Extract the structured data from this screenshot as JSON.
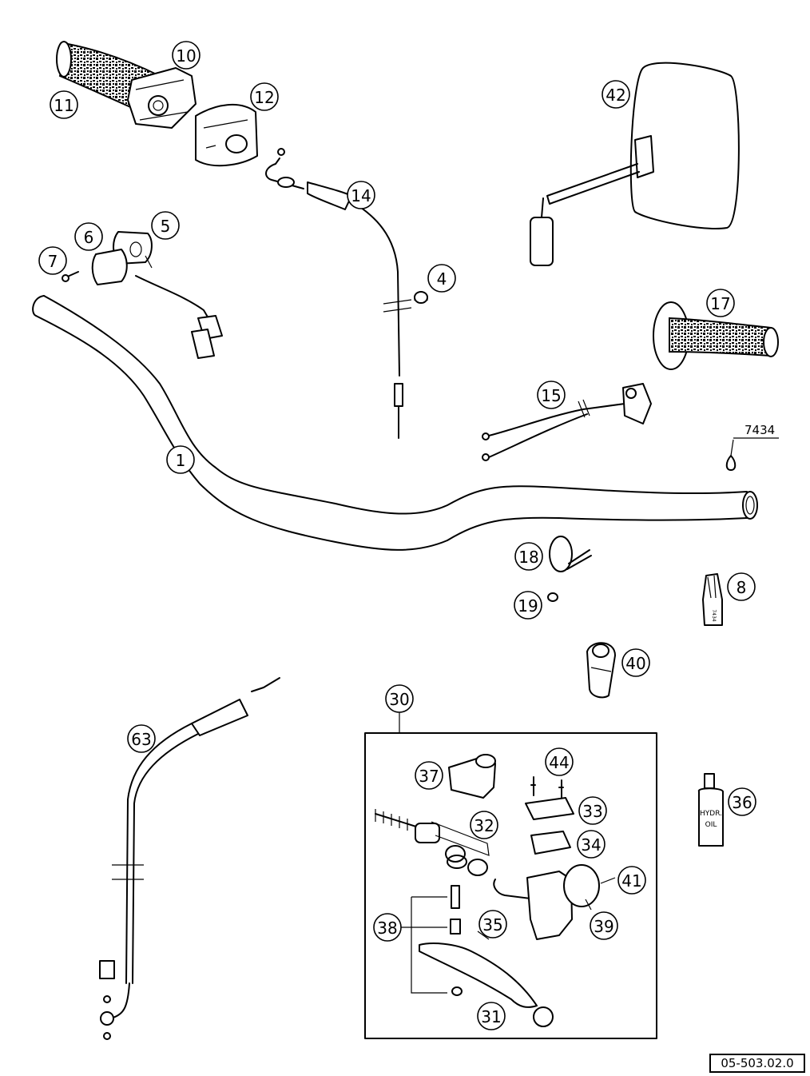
{
  "callouts": [
    {
      "id": "1",
      "label": "1"
    },
    {
      "id": "4",
      "label": "4"
    },
    {
      "id": "5",
      "label": "5"
    },
    {
      "id": "6",
      "label": "6"
    },
    {
      "id": "7",
      "label": "7"
    },
    {
      "id": "8",
      "label": "8"
    },
    {
      "id": "10",
      "label": "10"
    },
    {
      "id": "11",
      "label": "11"
    },
    {
      "id": "12",
      "label": "12"
    },
    {
      "id": "14",
      "label": "14"
    },
    {
      "id": "15",
      "label": "15"
    },
    {
      "id": "17",
      "label": "17"
    },
    {
      "id": "18",
      "label": "18"
    },
    {
      "id": "19",
      "label": "19"
    },
    {
      "id": "30",
      "label": "30"
    },
    {
      "id": "31",
      "label": "31"
    },
    {
      "id": "32",
      "label": "32"
    },
    {
      "id": "33",
      "label": "33"
    },
    {
      "id": "34",
      "label": "34"
    },
    {
      "id": "35",
      "label": "35"
    },
    {
      "id": "36",
      "label": "36"
    },
    {
      "id": "37",
      "label": "37"
    },
    {
      "id": "38",
      "label": "38"
    },
    {
      "id": "39",
      "label": "39"
    },
    {
      "id": "40",
      "label": "40"
    },
    {
      "id": "41",
      "label": "41"
    },
    {
      "id": "42",
      "label": "42"
    },
    {
      "id": "44",
      "label": "44"
    },
    {
      "id": "63",
      "label": "63"
    }
  ],
  "annotation": "7434",
  "bottle_labels": {
    "fluid": [
      "HYDR.",
      "OIL"
    ],
    "tube": "7434"
  },
  "drawing_number": "05-503.02.0"
}
